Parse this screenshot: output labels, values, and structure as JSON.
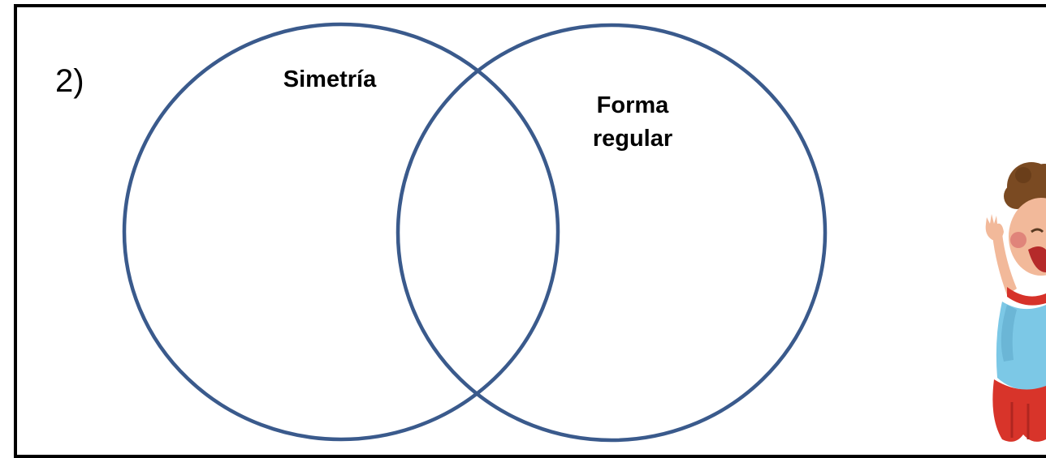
{
  "exercise_number": "2)",
  "diagram": {
    "left_set_label": "Simetría",
    "right_set_label_line1": "Forma",
    "right_set_label_line2": "regular"
  },
  "colors": {
    "circle_stroke": "#3a5a8c",
    "frame_border": "#000000"
  },
  "illustration": {
    "icon": "cartoon-boy-waving-icon"
  }
}
